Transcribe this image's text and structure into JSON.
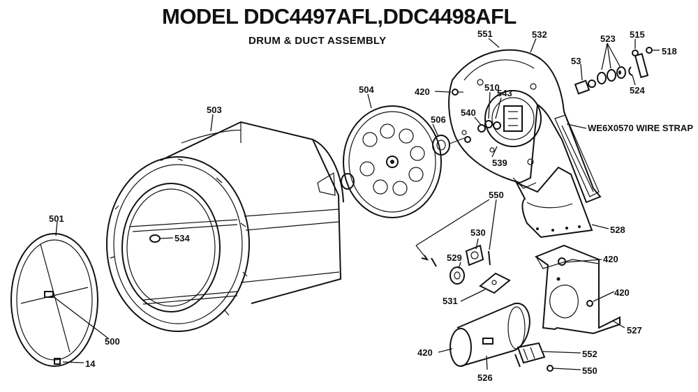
{
  "diagram": {
    "title": "MODEL DDC4497AFL,DDC4498AFL",
    "subtitle": "DRUM & DUCT ASSEMBLY",
    "callouts": {
      "c501": "501",
      "c500": "500",
      "c14": "14",
      "c503": "503",
      "c534": "534",
      "c504": "504",
      "c506": "506",
      "c420a": "420",
      "c551": "551",
      "c532": "532",
      "c510": "510",
      "c543": "543",
      "c540": "540",
      "c539": "539",
      "c53": "53",
      "c523": "523",
      "c515": "515",
      "c518": "518",
      "c524": "524",
      "strap": "WE6X0570 WIRE STRAP",
      "c550a": "550",
      "c530": "530",
      "c529": "529",
      "c531": "531",
      "c528": "528",
      "c420b": "420",
      "c420c": "420",
      "c527": "527",
      "c420d": "420",
      "c526": "526",
      "c552": "552",
      "c550b": "550"
    }
  }
}
